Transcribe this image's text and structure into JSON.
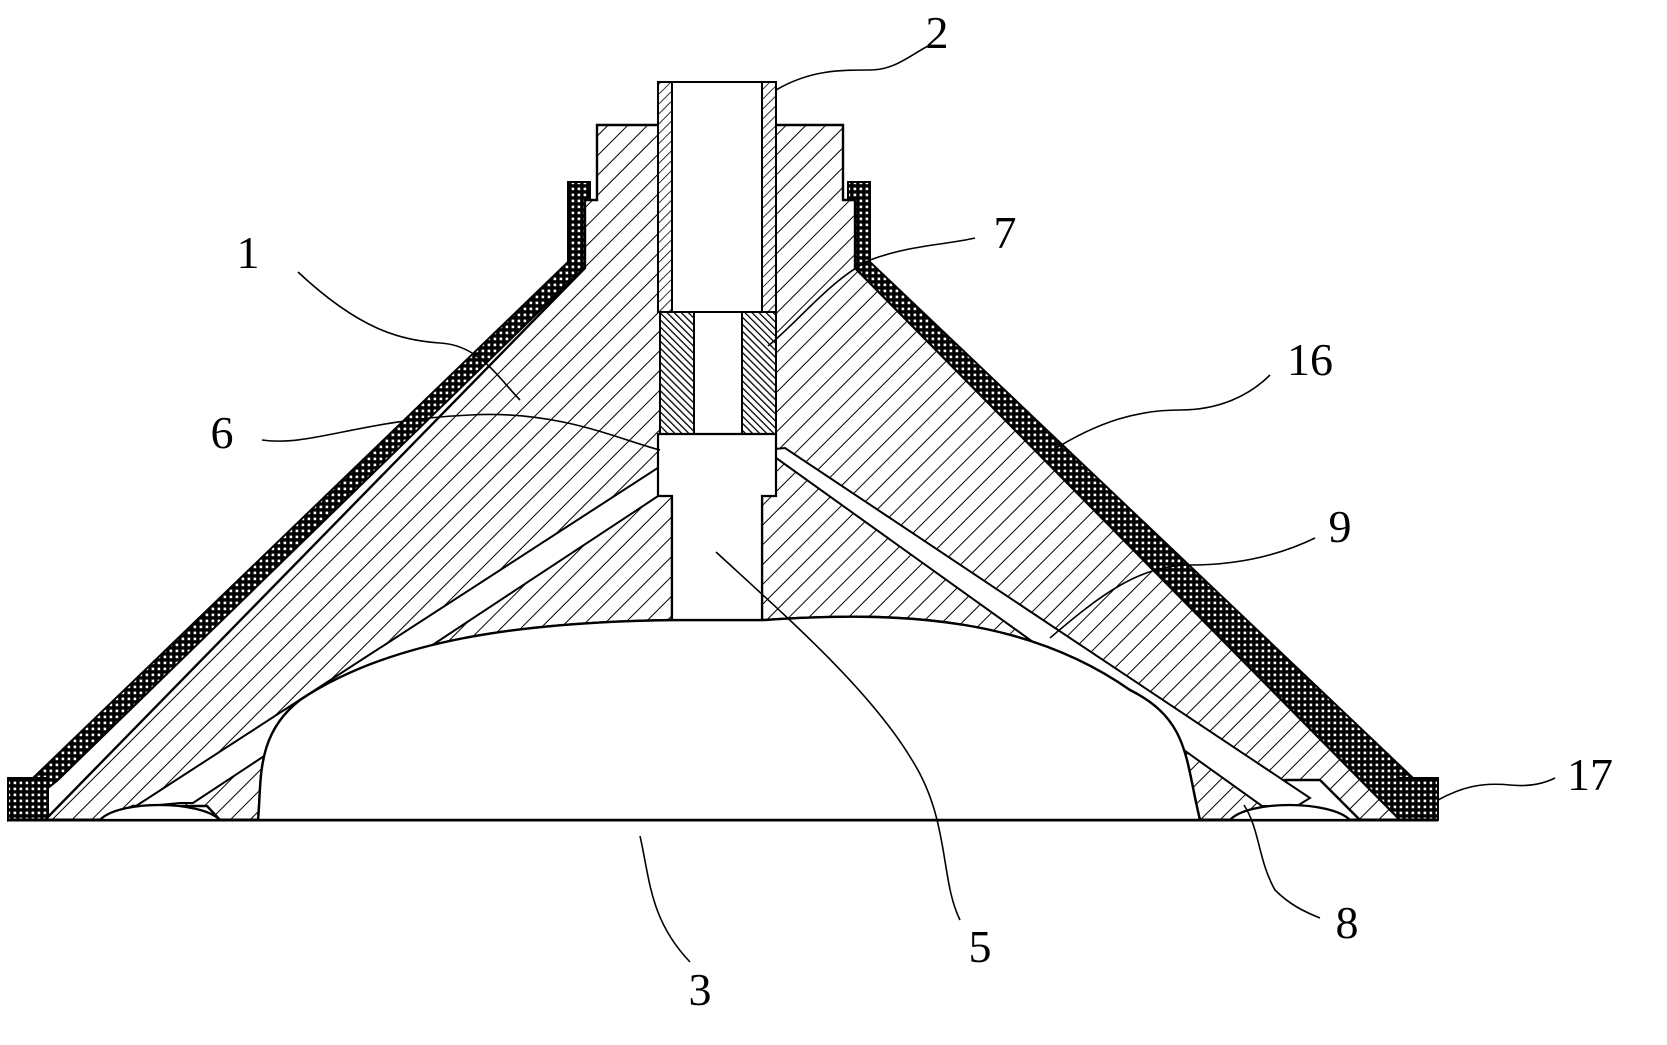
{
  "figure": {
    "labels": {
      "l1": "1",
      "l2": "2",
      "l3": "3",
      "l5": "5",
      "l6": "6",
      "l7": "7",
      "l8": "8",
      "l9": "9",
      "l16": "16",
      "l17": "17"
    }
  }
}
